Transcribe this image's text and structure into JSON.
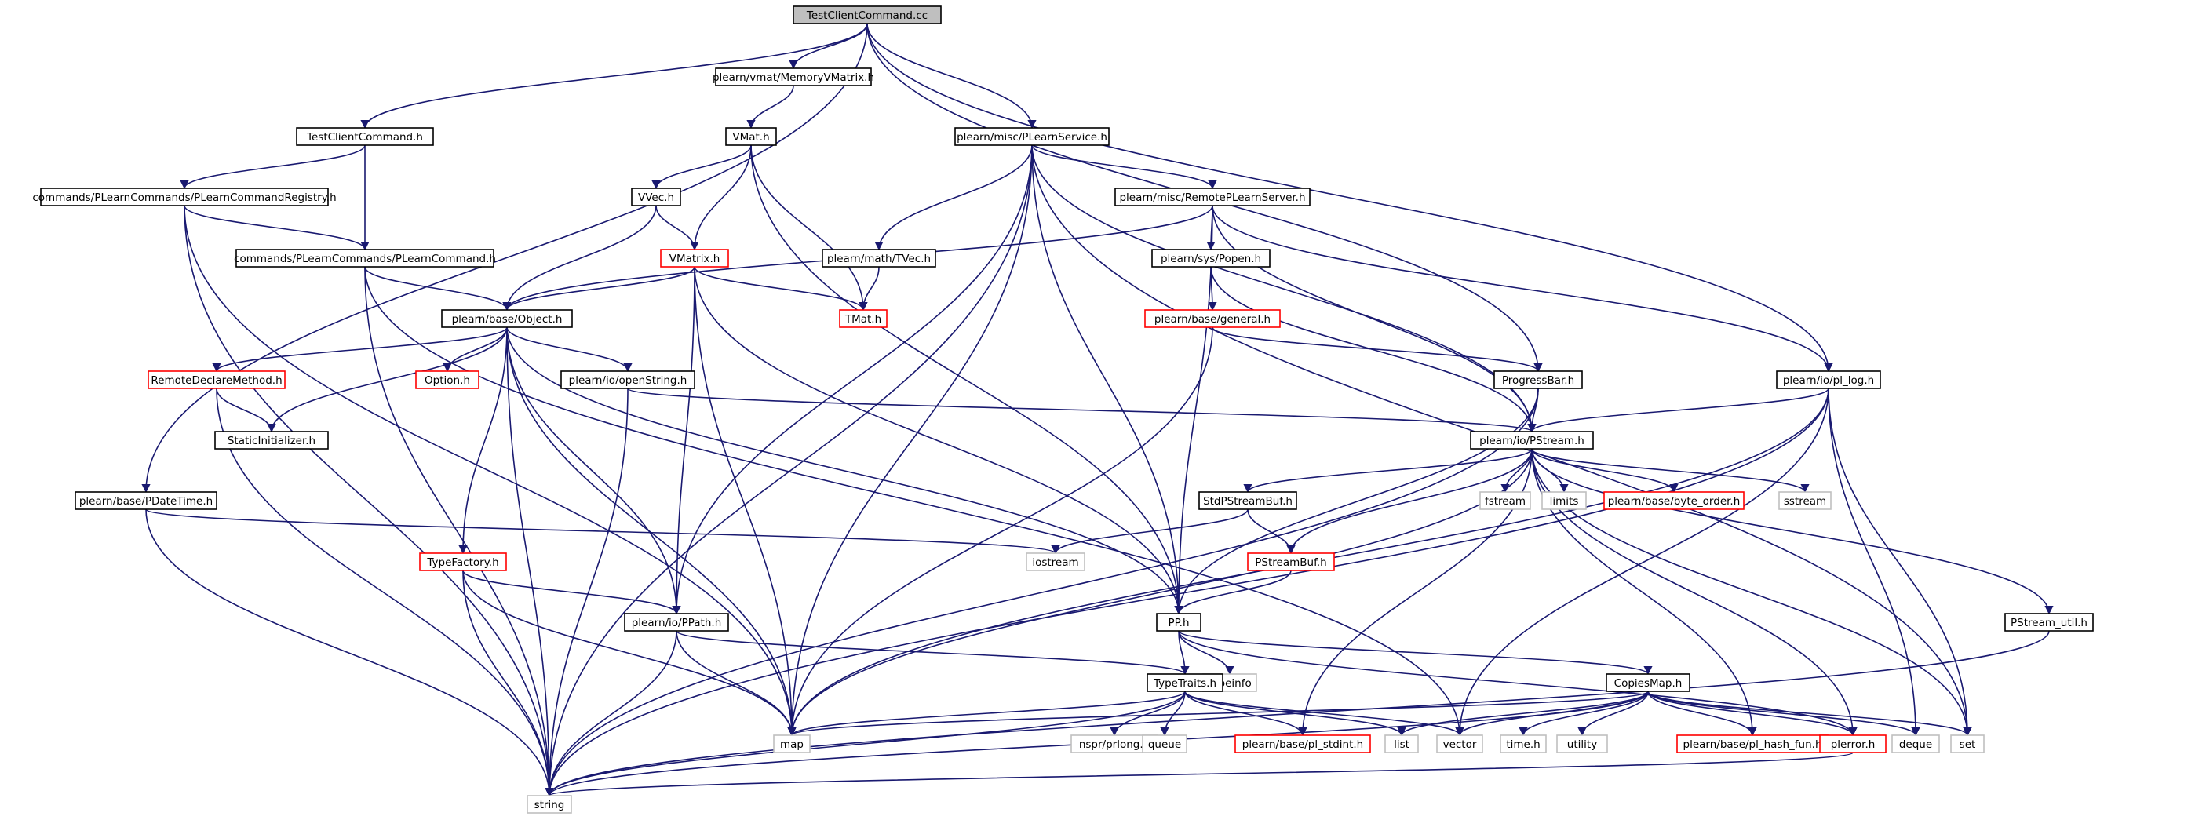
{
  "colors": {
    "edge": "#191970",
    "node_border_normal": "#000000",
    "node_border_incomplete": "#ff0000",
    "node_border_system": "#bfbfbf",
    "root_fill": "#bfbfbf",
    "node_fill": "#ffffff"
  },
  "nodes": [
    {
      "id": "root",
      "label": "TestClientCommand.cc",
      "kind": "root"
    },
    {
      "id": "memvmat",
      "label": "plearn/vmat/MemoryVMatrix.h",
      "kind": "normal"
    },
    {
      "id": "tcch",
      "label": "TestClientCommand.h",
      "kind": "normal"
    },
    {
      "id": "plsvc",
      "label": "plearn/misc/PLearnService.h",
      "kind": "normal"
    },
    {
      "id": "vmath",
      "label": "VMat.h",
      "kind": "normal"
    },
    {
      "id": "registry",
      "label": "commands/PLearnCommands/PLearnCommandRegistry.h",
      "kind": "normal"
    },
    {
      "id": "remote",
      "label": "plearn/misc/RemotePLearnServer.h",
      "kind": "normal"
    },
    {
      "id": "vvec",
      "label": "VVec.h",
      "kind": "normal"
    },
    {
      "id": "plcmd",
      "label": "commands/PLearnCommands/PLearnCommand.h",
      "kind": "normal"
    },
    {
      "id": "vmatrix",
      "label": "VMatrix.h",
      "kind": "incomplete"
    },
    {
      "id": "tvec",
      "label": "plearn/math/TVec.h",
      "kind": "normal"
    },
    {
      "id": "popen",
      "label": "plearn/sys/Popen.h",
      "kind": "normal"
    },
    {
      "id": "object",
      "label": "plearn/base/Object.h",
      "kind": "normal"
    },
    {
      "id": "tmat",
      "label": "TMat.h",
      "kind": "incomplete"
    },
    {
      "id": "general",
      "label": "plearn/base/general.h",
      "kind": "incomplete"
    },
    {
      "id": "remotedecl",
      "label": "RemoteDeclareMethod.h",
      "kind": "incomplete"
    },
    {
      "id": "option",
      "label": "Option.h",
      "kind": "incomplete"
    },
    {
      "id": "openstring",
      "label": "plearn/io/openString.h",
      "kind": "normal"
    },
    {
      "id": "progress",
      "label": "ProgressBar.h",
      "kind": "normal"
    },
    {
      "id": "pllog",
      "label": "plearn/io/pl_log.h",
      "kind": "normal"
    },
    {
      "id": "staticinit",
      "label": "StaticInitializer.h",
      "kind": "normal"
    },
    {
      "id": "pstream",
      "label": "plearn/io/PStream.h",
      "kind": "normal"
    },
    {
      "id": "pdatetime",
      "label": "plearn/base/PDateTime.h",
      "kind": "normal"
    },
    {
      "id": "stdpsb",
      "label": "StdPStreamBuf.h",
      "kind": "normal"
    },
    {
      "id": "fstream",
      "label": "fstream",
      "kind": "system"
    },
    {
      "id": "limits",
      "label": "limits",
      "kind": "system"
    },
    {
      "id": "byteorder",
      "label": "plearn/base/byte_order.h",
      "kind": "incomplete"
    },
    {
      "id": "sstream",
      "label": "sstream",
      "kind": "system"
    },
    {
      "id": "iostream",
      "label": "iostream",
      "kind": "system"
    },
    {
      "id": "pstreambuf",
      "label": "PStreamBuf.h",
      "kind": "incomplete"
    },
    {
      "id": "typefactory",
      "label": "TypeFactory.h",
      "kind": "incomplete"
    },
    {
      "id": "ppath",
      "label": "plearn/io/PPath.h",
      "kind": "normal"
    },
    {
      "id": "pph",
      "label": "PP.h",
      "kind": "normal"
    },
    {
      "id": "pstreamutil",
      "label": "PStream_util.h",
      "kind": "normal"
    },
    {
      "id": "typeinfo",
      "label": "typeinfo",
      "kind": "system"
    },
    {
      "id": "typetraits",
      "label": "TypeTraits.h",
      "kind": "normal"
    },
    {
      "id": "copiesmap",
      "label": "CopiesMap.h",
      "kind": "normal"
    },
    {
      "id": "map",
      "label": "map",
      "kind": "system"
    },
    {
      "id": "nsprlong",
      "label": "nspr/prlong.h",
      "kind": "system"
    },
    {
      "id": "queue",
      "label": "queue",
      "kind": "system"
    },
    {
      "id": "stdint",
      "label": "plearn/base/pl_stdint.h",
      "kind": "incomplete"
    },
    {
      "id": "list",
      "label": "list",
      "kind": "system"
    },
    {
      "id": "vector",
      "label": "vector",
      "kind": "system"
    },
    {
      "id": "timeh",
      "label": "time.h",
      "kind": "system"
    },
    {
      "id": "utility",
      "label": "utility",
      "kind": "system"
    },
    {
      "id": "hashfun",
      "label": "plearn/base/pl_hash_fun.h",
      "kind": "incomplete"
    },
    {
      "id": "plerror",
      "label": "plerror.h",
      "kind": "incomplete"
    },
    {
      "id": "deque",
      "label": "deque",
      "kind": "system"
    },
    {
      "id": "set",
      "label": "set",
      "kind": "system"
    },
    {
      "id": "string",
      "label": "string",
      "kind": "system"
    }
  ],
  "edges": [
    [
      "root",
      "memvmat"
    ],
    [
      "root",
      "tcch"
    ],
    [
      "root",
      "plsvc"
    ],
    [
      "root",
      "progress"
    ],
    [
      "root",
      "pllog"
    ],
    [
      "root",
      "pdatetime"
    ],
    [
      "memvmat",
      "vmath"
    ],
    [
      "tcch",
      "registry"
    ],
    [
      "tcch",
      "plcmd"
    ],
    [
      "registry",
      "plcmd"
    ],
    [
      "registry",
      "map"
    ],
    [
      "registry",
      "string"
    ],
    [
      "plcmd",
      "object"
    ],
    [
      "plcmd",
      "string"
    ],
    [
      "plcmd",
      "vector"
    ],
    [
      "vmath",
      "vvec"
    ],
    [
      "vmath",
      "vmatrix"
    ],
    [
      "vmath",
      "tmat"
    ],
    [
      "vmath",
      "pph"
    ],
    [
      "vvec",
      "vmatrix"
    ],
    [
      "vvec",
      "object"
    ],
    [
      "vmatrix",
      "object"
    ],
    [
      "vmatrix",
      "tmat"
    ],
    [
      "vmatrix",
      "ppath"
    ],
    [
      "vmatrix",
      "map"
    ],
    [
      "vmatrix",
      "pph"
    ],
    [
      "plsvc",
      "remote"
    ],
    [
      "plsvc",
      "tvec"
    ],
    [
      "plsvc",
      "pstream"
    ],
    [
      "plsvc",
      "ppath"
    ],
    [
      "plsvc",
      "map"
    ],
    [
      "plsvc",
      "string"
    ],
    [
      "plsvc",
      "set"
    ],
    [
      "plsvc",
      "pph"
    ],
    [
      "remote",
      "object"
    ],
    [
      "remote",
      "popen"
    ],
    [
      "remote",
      "pllog"
    ],
    [
      "remote",
      "pstream"
    ],
    [
      "remote",
      "pph"
    ],
    [
      "tvec",
      "tmat"
    ],
    [
      "popen",
      "general"
    ],
    [
      "popen",
      "pstream"
    ],
    [
      "general",
      "progress"
    ],
    [
      "general",
      "map"
    ],
    [
      "object",
      "remotedecl"
    ],
    [
      "object",
      "staticinit"
    ],
    [
      "object",
      "option"
    ],
    [
      "object",
      "openstring"
    ],
    [
      "object",
      "typefactory"
    ],
    [
      "object",
      "ppath"
    ],
    [
      "object",
      "pph"
    ],
    [
      "object",
      "map"
    ],
    [
      "object",
      "string"
    ],
    [
      "remotedecl",
      "staticinit"
    ],
    [
      "remotedecl",
      "string"
    ],
    [
      "openstring",
      "pstream"
    ],
    [
      "openstring",
      "string"
    ],
    [
      "progress",
      "pstream"
    ],
    [
      "progress",
      "pph"
    ],
    [
      "progress",
      "string"
    ],
    [
      "pllog",
      "pstream"
    ],
    [
      "pllog",
      "map"
    ],
    [
      "pllog",
      "vector"
    ],
    [
      "pllog",
      "deque"
    ],
    [
      "pllog",
      "set"
    ],
    [
      "pllog",
      "string"
    ],
    [
      "pdatetime",
      "iostream"
    ],
    [
      "pdatetime",
      "string"
    ],
    [
      "pstream",
      "stdpsb"
    ],
    [
      "pstream",
      "fstream"
    ],
    [
      "pstream",
      "limits"
    ],
    [
      "pstream",
      "byteorder"
    ],
    [
      "pstream",
      "sstream"
    ],
    [
      "pstream",
      "pstreambuf"
    ],
    [
      "pstream",
      "pstreamutil"
    ],
    [
      "pstream",
      "map"
    ],
    [
      "pstream",
      "stdint"
    ],
    [
      "pstream",
      "hashfun"
    ],
    [
      "pstream",
      "plerror"
    ],
    [
      "pstream",
      "set"
    ],
    [
      "stdpsb",
      "iostream"
    ],
    [
      "stdpsb",
      "pstreambuf"
    ],
    [
      "pstreambuf",
      "pph"
    ],
    [
      "typefactory",
      "ppath"
    ],
    [
      "typefactory",
      "map"
    ],
    [
      "typefactory",
      "string"
    ],
    [
      "ppath",
      "typetraits"
    ],
    [
      "ppath",
      "map"
    ],
    [
      "ppath",
      "string"
    ],
    [
      "pph",
      "typeinfo"
    ],
    [
      "pph",
      "typetraits"
    ],
    [
      "pph",
      "copiesmap"
    ],
    [
      "pph",
      "plerror"
    ],
    [
      "typetraits",
      "map"
    ],
    [
      "typetraits",
      "nsprlong"
    ],
    [
      "typetraits",
      "queue"
    ],
    [
      "typetraits",
      "stdint"
    ],
    [
      "typetraits",
      "list"
    ],
    [
      "typetraits",
      "vector"
    ],
    [
      "typetraits",
      "string"
    ],
    [
      "copiesmap",
      "map"
    ],
    [
      "copiesmap",
      "list"
    ],
    [
      "copiesmap",
      "vector"
    ],
    [
      "copiesmap",
      "timeh"
    ],
    [
      "copiesmap",
      "utility"
    ],
    [
      "copiesmap",
      "hashfun"
    ],
    [
      "copiesmap",
      "plerror"
    ],
    [
      "copiesmap",
      "deque"
    ],
    [
      "copiesmap",
      "set"
    ],
    [
      "copiesmap",
      "string"
    ],
    [
      "pstreamutil",
      "string"
    ],
    [
      "plerror",
      "string"
    ]
  ]
}
